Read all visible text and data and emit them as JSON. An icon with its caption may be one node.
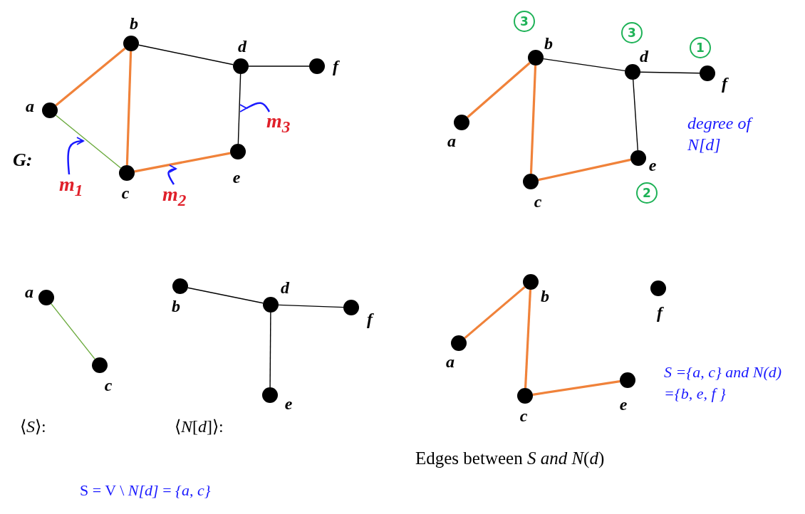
{
  "diagram": {
    "nodes": [
      {
        "text": [
          "a"
        ]
      },
      {
        "text": [
          "b"
        ]
      },
      {
        "text": [
          "c"
        ]
      },
      {
        "text": [
          "d"
        ]
      },
      {
        "text": [
          "e"
        ]
      },
      {
        "text": [
          "f"
        ]
      },
      {
        "text": [
          "m$_{1}$"
        ]
      },
      {
        "text": [
          "m$_{2}$"
        ]
      },
      {
        "text": [
          "m$_{3}$"
        ]
      },
      {
        "text": [
          "a"
        ]
      },
      {
        "text": [
          "b"
        ]
      },
      {
        "text": [
          "c"
        ]
      },
      {
        "text": [
          "d"
        ]
      },
      {
        "text": [
          "e"
        ]
      },
      {
        "text": [
          "f"
        ]
      },
      {
        "text": [
          "3"
        ]
      },
      {
        "text": [
          "3"
        ]
      },
      {
        "text": [
          "1"
        ]
      },
      {
        "text": [
          "2"
        ]
      },
      {
        "text": [
          "a"
        ]
      },
      {
        "text": [
          "c"
        ]
      },
      {
        "text": [
          "b"
        ]
      },
      {
        "text": [
          "d"
        ]
      },
      {
        "text": [
          "f"
        ]
      },
      {
        "text": [
          "e"
        ]
      },
      {
        "text": [
          "b"
        ]
      },
      {
        "text": [
          "a"
        ]
      },
      {
        "text": [
          "c"
        ]
      },
      {
        "text": [
          "e"
        ]
      },
      {
        "text": [
          "f"
        ]
      }
    ],
    "edges": [
      {
        "from": 0,
        "to": 1,
        "arrow": "none"
      },
      {
        "from": 1,
        "to": 2,
        "arrow": "none"
      },
      {
        "from": 0,
        "to": 2,
        "arrow": "none",
        "color": "#6aaa3c"
      },
      {
        "from": 2,
        "to": 4,
        "arrow": "none"
      },
      {
        "from": 1,
        "to": 3,
        "arrow": "none",
        "color": "#000000"
      },
      {
        "from": 3,
        "to": 5,
        "arrow": "none",
        "color": "#000000"
      },
      {
        "from": 3,
        "to": 4,
        "arrow": "none",
        "color": "#000000"
      },
      {
        "from": 6,
        "to": null,
        "arrow": "to",
        "color": "#1a1aff"
      },
      {
        "from": 7,
        "to": null,
        "arrow": "to",
        "color": "#1a1aff"
      },
      {
        "from": 8,
        "to": null,
        "arrow": "to",
        "color": "#1a1aff"
      },
      {
        "from": 9,
        "to": 10,
        "arrow": "none"
      },
      {
        "from": 10,
        "to": 11,
        "arrow": "none"
      },
      {
        "from": 11,
        "to": 13,
        "arrow": "none"
      },
      {
        "from": 10,
        "to": 12,
        "arrow": "none",
        "color": "#000000"
      },
      {
        "from": 12,
        "to": 14,
        "arrow": "none",
        "color": "#000000"
      },
      {
        "from": 12,
        "to": 13,
        "arrow": "none",
        "color": "#000000"
      },
      {
        "from": 19,
        "to": 20,
        "arrow": "none",
        "color": "#6aaa3c"
      },
      {
        "from": 21,
        "to": 22,
        "arrow": "none",
        "color": "#000000"
      },
      {
        "from": 22,
        "to": 23,
        "arrow": "none",
        "color": "#000000"
      },
      {
        "from": 22,
        "to": 24,
        "arrow": "none",
        "color": "#000000"
      },
      {
        "from": 26,
        "to": 25,
        "arrow": "none"
      },
      {
        "from": 25,
        "to": 27,
        "arrow": "none"
      },
      {
        "from": 27,
        "to": 28,
        "arrow": "none"
      }
    ],
    "labels": [
      "G:",
      "degree of N[d]",
      "⟨*S*⟩:",
      "⟨*N*[*d*]⟩:",
      "S ={a, c} and N(d) ={b, e, f }",
      "Edges between *S* *and N*(*d*)",
      "S = V \\ *N[d]* = *{a, c}*"
    ]
  }
}
